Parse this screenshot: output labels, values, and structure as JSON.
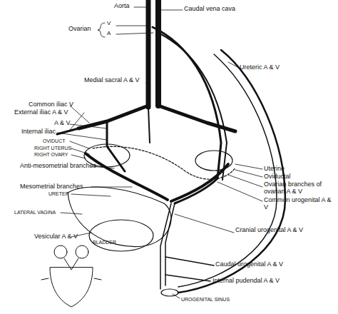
{
  "diagram": {
    "labels": [
      "Aorta",
      "Caudal vena cava",
      "Ovarian",
      "V",
      "A",
      "Ureteric A & V",
      "Medial sacral A & V",
      "Common iliac V",
      "External iliac A & V",
      "A & V",
      "Internal iliac",
      "OVIDUCT",
      "RIGHT UTERUS",
      "RIGHT OVARY",
      "Anti-mesometrial branches",
      "Uterine",
      "Oviductal",
      "Ovarian branches of ovarian A & V",
      "Mesometrial branches",
      "URETER",
      "Common urogenital A & V",
      "LATERAL VAGINA",
      "Cranial urogenital A & V",
      "Vesicular A & V",
      "BLADDER",
      "Caudal urogenital A & V",
      "Internal pudendal A & V",
      "UROGENITAL SINUS"
    ]
  }
}
